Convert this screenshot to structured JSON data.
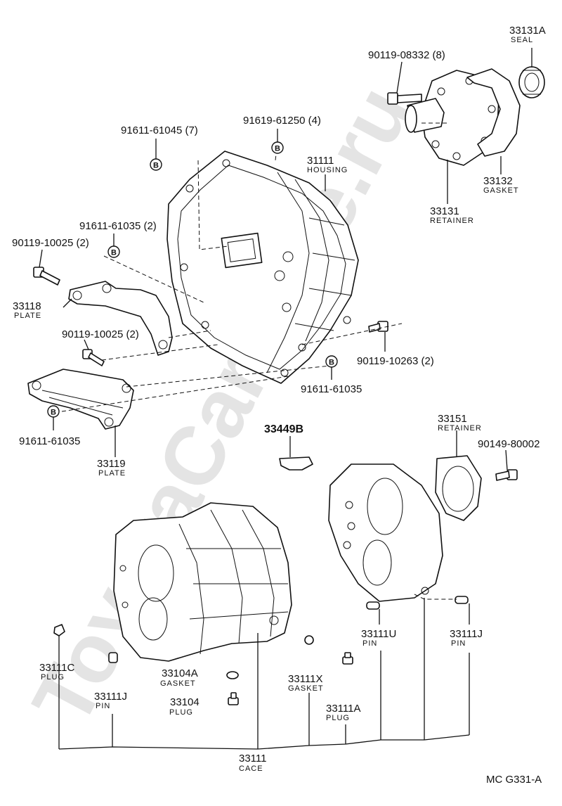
{
  "watermark": "ToyotaCarWine.ru",
  "diagram_code": "MC G331-A",
  "callouts": {
    "p33131A": {
      "num": "33131A",
      "name": "SEAL"
    },
    "p90119_08332": {
      "num": "90119-08332 (8)"
    },
    "p91611_61045": {
      "num": "91611-61045 (7)"
    },
    "p91619_61250": {
      "num": "91619-61250 (4)"
    },
    "p31111": {
      "num": "31111",
      "name": "HOUSING"
    },
    "p33132": {
      "num": "33132",
      "name": "GASKET"
    },
    "p33131": {
      "num": "33131",
      "name": "RETAINER"
    },
    "p91611_61035a": {
      "num": "91611-61035 (2)"
    },
    "p90119_10025a": {
      "num": "90119-10025 (2)"
    },
    "p33118": {
      "num": "33118",
      "name": "PLATE"
    },
    "p90119_10025b": {
      "num": "90119-10025 (2)"
    },
    "p90119_10263": {
      "num": "90119-10263 (2)"
    },
    "p91611_61035b": {
      "num": "91611-61035"
    },
    "p91611_61035c": {
      "num": "91611-61035"
    },
    "p33119": {
      "num": "33119",
      "name": "PLATE"
    },
    "p33449B": {
      "num": "33449B"
    },
    "p33151": {
      "num": "33151",
      "name": "RETAINER"
    },
    "p90149_80002": {
      "num": "90149-80002"
    },
    "p33111U": {
      "num": "33111U",
      "name": "PIN"
    },
    "p33111J_right": {
      "num": "33111J",
      "name": "PIN"
    },
    "p33111C": {
      "num": "33111C",
      "name": "PLUG"
    },
    "p33111J_left": {
      "num": "33111J",
      "name": "PIN"
    },
    "p33104A": {
      "num": "33104A",
      "name": "GASKET"
    },
    "p33104": {
      "num": "33104",
      "name": "PLUG"
    },
    "p33111X": {
      "num": "33111X",
      "name": "GASKET"
    },
    "p33111A": {
      "num": "33111A",
      "name": "PLUG"
    },
    "p33111": {
      "num": "33111",
      "name": "CACE"
    }
  },
  "bolt_markers": {
    "symbol": "B"
  }
}
